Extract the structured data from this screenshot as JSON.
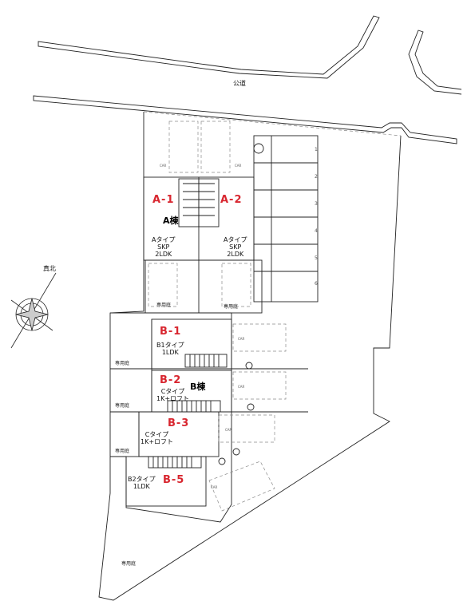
{
  "site": {
    "road_label": "公道",
    "north_label": "真北"
  },
  "buildings": {
    "a": "A棟",
    "b": "B棟"
  },
  "units": [
    {
      "id": "A-1",
      "type_lines": [
        "Aタイプ",
        "SKP",
        "2LDK"
      ]
    },
    {
      "id": "A-2",
      "type_lines": [
        "Aタイプ",
        "SKP",
        "2LDK"
      ]
    },
    {
      "id": "B-1",
      "type_lines": [
        "B1タイプ",
        "1LDK"
      ]
    },
    {
      "id": "B-2",
      "type_lines": [
        "Cタイプ",
        "1K+ロフト"
      ]
    },
    {
      "id": "B-3",
      "type_lines": [
        "Cタイプ",
        "1K+ロフト"
      ]
    },
    {
      "id": "B-5",
      "type_lines": [
        "B2タイプ",
        "1LDK"
      ]
    }
  ],
  "garden_label": "専用庭",
  "parking_numbers": [
    "1",
    "2",
    "3",
    "4",
    "5",
    "6"
  ],
  "car_label": "CAR",
  "colors": {
    "unit_label": "#d8262f",
    "line": "#222222",
    "dashed": "#8a8a8a"
  }
}
